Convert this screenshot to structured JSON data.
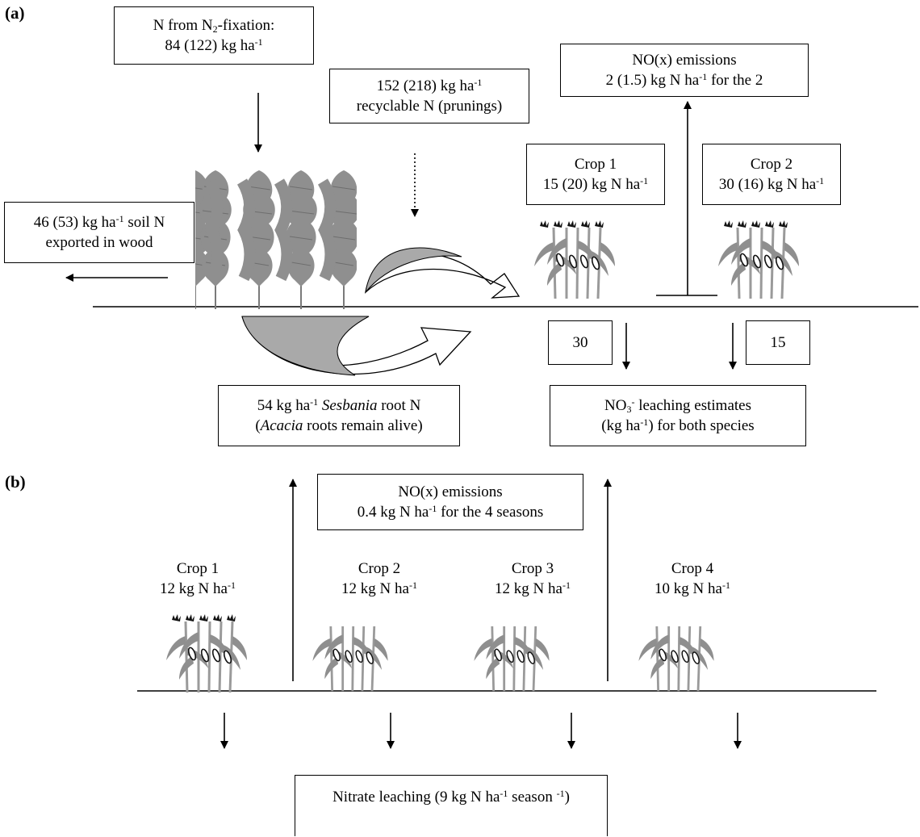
{
  "panels": {
    "a": {
      "label": "(a)",
      "n_fixation": {
        "line1_pre": "N from N",
        "line1_sub": "2",
        "line1_post": "-fixation:",
        "line2_pre": "84 (122) kg ha",
        "line2_sup": "-1"
      },
      "recyclable": {
        "line1_pre": "152 (218) kg ha",
        "line1_sup": "-1",
        "line2": "recyclable N (prunings)"
      },
      "nox": {
        "line1": "NO(x) emissions",
        "line2_pre": "2 (1.5) kg N ha",
        "line2_sup": "-1",
        "line2_post": " for the 2"
      },
      "crop1": {
        "name": "Crop 1",
        "value_pre": "15 (20) kg N ha",
        "value_sup": "-1"
      },
      "crop2": {
        "name": "Crop 2",
        "value_pre": "30 (16) kg N ha",
        "value_sup": "-1"
      },
      "wood_export": {
        "line1_pre": "46 (53) kg ha",
        "line1_sup": "-1",
        "line1_post": " soil N",
        "line2": "exported in wood"
      },
      "leach_crop1": "30",
      "leach_crop2": "15",
      "root_n": {
        "line1_pre": "54 kg ha",
        "line1_sup": "-1",
        "line1_ital": "Sesbania",
        "line1_post": " root N",
        "line2_paren_open": "(",
        "line2_ital": "Acacia",
        "line2_post": " roots remain alive)"
      },
      "leaching": {
        "line1_pre": "NO",
        "line1_sub": "3",
        "line1_sup": "-",
        "line1_post": " leaching estimates",
        "line2_pre": "(kg ha",
        "line2_sup": "-1",
        "line2_post": ") for both species"
      }
    },
    "b": {
      "label": "(b)",
      "nox": {
        "line1": "NO(x) emissions",
        "line2_pre": "0.4 kg N ha",
        "line2_sup": "-1",
        "line2_post": " for the 4 seasons"
      },
      "crops": [
        {
          "name": "Crop 1",
          "value_pre": "12 kg N ha",
          "value_sup": "-1"
        },
        {
          "name": "Crop 2",
          "value_pre": "12 kg N ha",
          "value_sup": "-1"
        },
        {
          "name": "Crop 3",
          "value_pre": "12 kg N ha",
          "value_sup": "-1"
        },
        {
          "name": "Crop 4",
          "value_pre": "10 kg N ha",
          "value_sup": "-1"
        }
      ],
      "nitrate": {
        "pre": "Nitrate leaching (9 kg N ha",
        "sup1": "-1",
        "mid": " season ",
        "sup2": "-1",
        "post": ")"
      }
    }
  },
  "colors": {
    "foliage": "#8f8f8f",
    "stem": "#9a9a9a",
    "tassel": "#111111",
    "arrow_fill": "#a9a9a9",
    "line": "#000000"
  }
}
